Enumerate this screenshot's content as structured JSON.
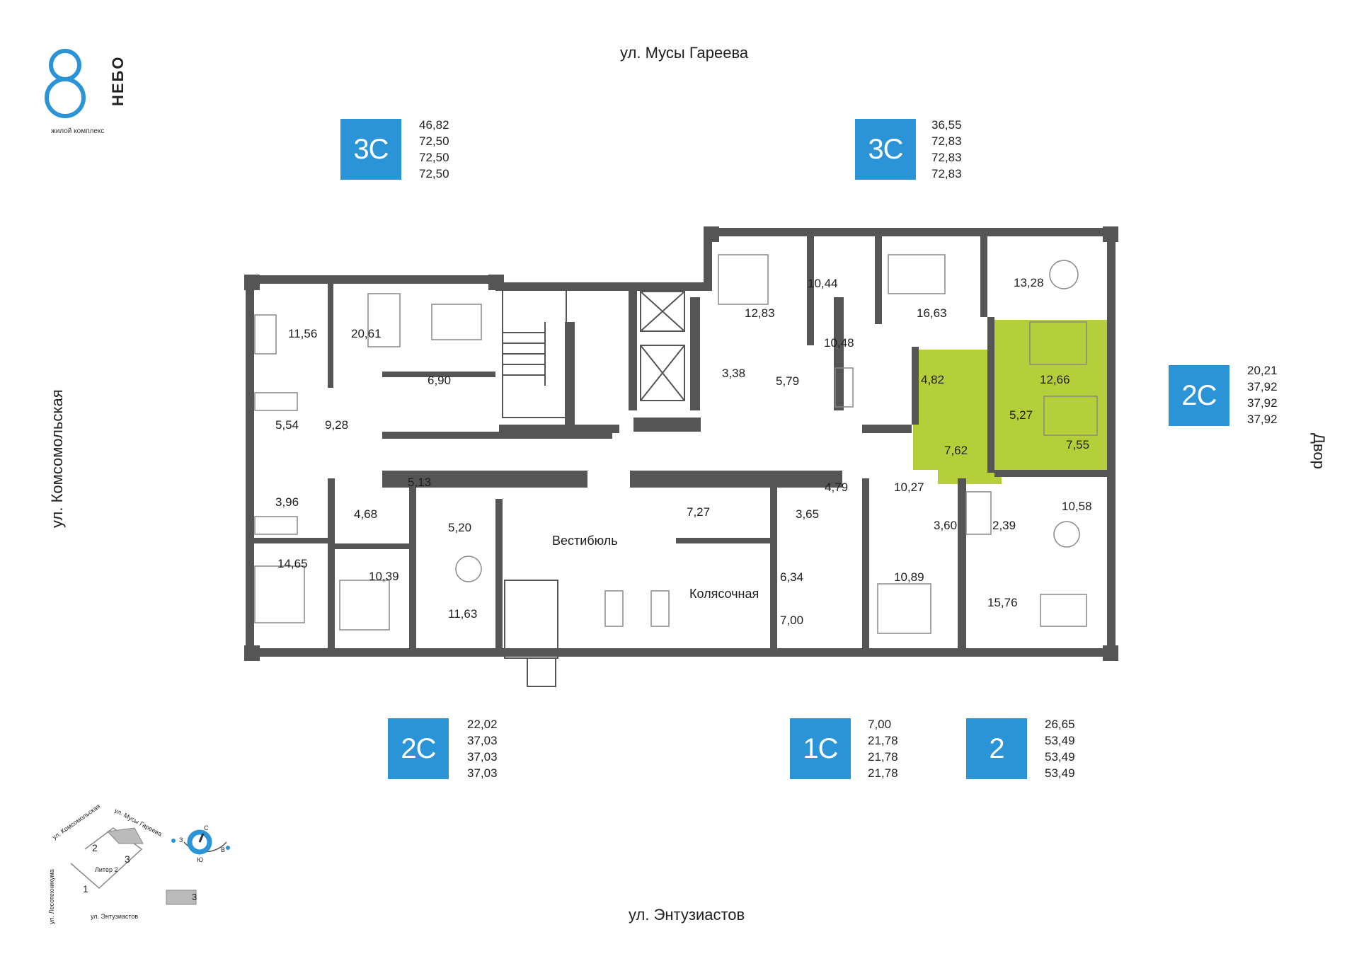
{
  "brand": {
    "logo_mark": "8",
    "logo_word": "НЕБО",
    "tagline": "жилой комплекс",
    "accent_color": "#2a94d6"
  },
  "streets": {
    "top": "ул. Мусы Гареева",
    "bottom": "ул. Энтузиастов",
    "left": "ул. Комсомольская",
    "right": "Двор"
  },
  "apartments": [
    {
      "type": "3С",
      "areas": [
        "46,82",
        "72,50",
        "72,50",
        "72,50"
      ]
    },
    {
      "type": "3С",
      "areas": [
        "36,55",
        "72,83",
        "72,83",
        "72,83"
      ]
    },
    {
      "type": "2С",
      "areas": [
        "20,21",
        "37,92",
        "37,92",
        "37,92"
      ]
    },
    {
      "type": "2С",
      "areas": [
        "22,02",
        "37,03",
        "37,03",
        "37,03"
      ]
    },
    {
      "type": "1С",
      "areas": [
        "7,00",
        "21,78",
        "21,78",
        "21,78"
      ]
    },
    {
      "type": "2",
      "areas": [
        "26,65",
        "53,49",
        "53,49",
        "53,49"
      ]
    }
  ],
  "highlight_color": "#b5cf3a",
  "wall_color": "#555555",
  "rooms": {
    "r1156": "11,56",
    "r2061": "20,61",
    "r690": "6,90",
    "r928": "9,28",
    "r554": "5,54",
    "r396": "3,96",
    "r1465": "14,65",
    "r468": "4,68",
    "r513": "5,13",
    "r1039": "10,39",
    "r520": "5,20",
    "r1163": "11,63",
    "r1283": "12,83",
    "r1044": "10,44",
    "r1048": "10,48",
    "r1663": "16,63",
    "r1328": "13,28",
    "r338": "3,38",
    "r579": "5,79",
    "r482": "4,82",
    "r1266": "12,66",
    "r527": "5,27",
    "r762": "7,62",
    "r755": "7,55",
    "r727": "7,27",
    "r479": "4,79",
    "r365": "3,65",
    "r1027": "10,27",
    "r360": "3,60",
    "r239": "2,39",
    "r1058": "10,58",
    "r634": "6,34",
    "r700": "7,00",
    "r1089": "10,89",
    "r1576": "15,76"
  },
  "common_areas": {
    "lobby": "Вестибюль",
    "stroller": "Колясочная"
  },
  "minimap": {
    "streets": [
      "ул. Комсомольская",
      "ул. Мусы Гареева",
      "ул. Лесотехникума",
      "ул. Энтузиастов"
    ],
    "buildings": [
      "1",
      "2",
      "3"
    ],
    "litera": "Литер 2",
    "legend_building": "3",
    "compass": [
      "С",
      "Ю",
      "З",
      "В"
    ]
  }
}
